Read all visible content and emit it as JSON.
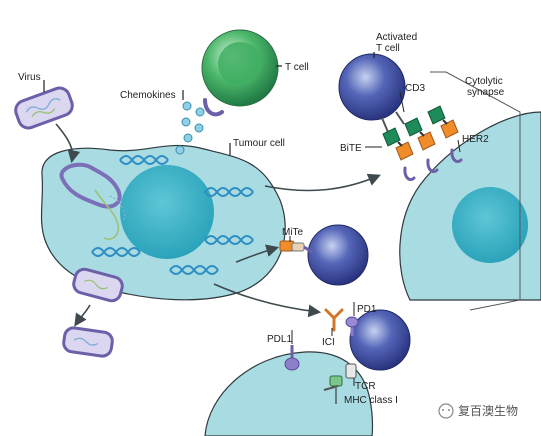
{
  "labels": {
    "virus": "Virus",
    "chemokines": "Chemokines",
    "t_cell": "T cell",
    "tumour_cell": "Tumour cell",
    "activated_t_cell_line1": "Activated",
    "activated_t_cell_line2": "T cell",
    "cytolytic_line1": "Cytolytic",
    "cytolytic_line2": "synapse",
    "cd3": "CD3",
    "bite": "BiTE",
    "her2": "HER2",
    "mite": "MiTe",
    "pd1": "PD1",
    "pdl1": "PDL1",
    "ici": "ICI",
    "tcr": "TCR",
    "mhc_class_i": "MHC class I"
  },
  "watermark": "复百澳生物",
  "colors": {
    "cell_fill": "#a9dbe3",
    "nucleus": "#3fb0c6",
    "tcell_blue": "#3a4a9a",
    "tcell_green": "#3fae63",
    "dna": "#2f8fc2",
    "bite_orange": "#f08c2a",
    "bite_green": "#1f8a5a",
    "virus_purple": "#7b6fb8",
    "arrow": "#3e4a4e"
  }
}
